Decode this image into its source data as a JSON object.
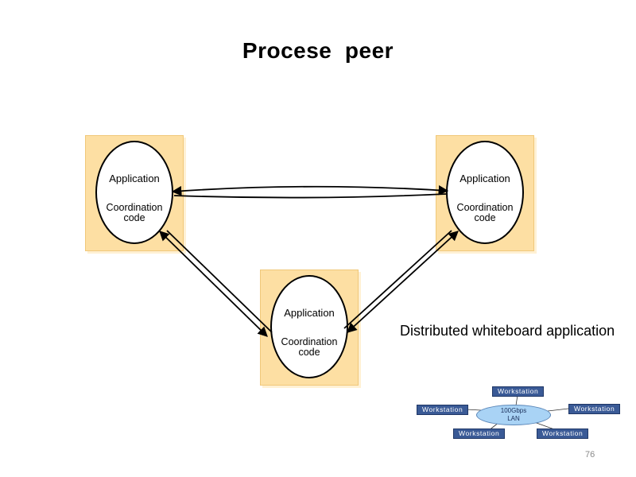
{
  "slide": {
    "title": "Procese  peer",
    "page_number": "76"
  },
  "peers": [
    {
      "application_label": "Application",
      "coordination_line1": "Coordination",
      "coordination_line2": "code"
    },
    {
      "application_label": "Application",
      "coordination_line1": "Coordination",
      "coordination_line2": "code"
    },
    {
      "application_label": "Application",
      "coordination_line1": "Coordination",
      "coordination_line2": "code"
    }
  ],
  "caption": "Distributed whiteboard application",
  "network": {
    "lan_line1": "100Gbps",
    "lan_line2": "LAN",
    "workstations": [
      "Workstation",
      "Workstation",
      "Workstation",
      "Workstation",
      "Workstation"
    ]
  },
  "colors": {
    "peer_box": "#fddfa3",
    "workstation": "#3a5a96",
    "lan": "#a9d3f5"
  }
}
